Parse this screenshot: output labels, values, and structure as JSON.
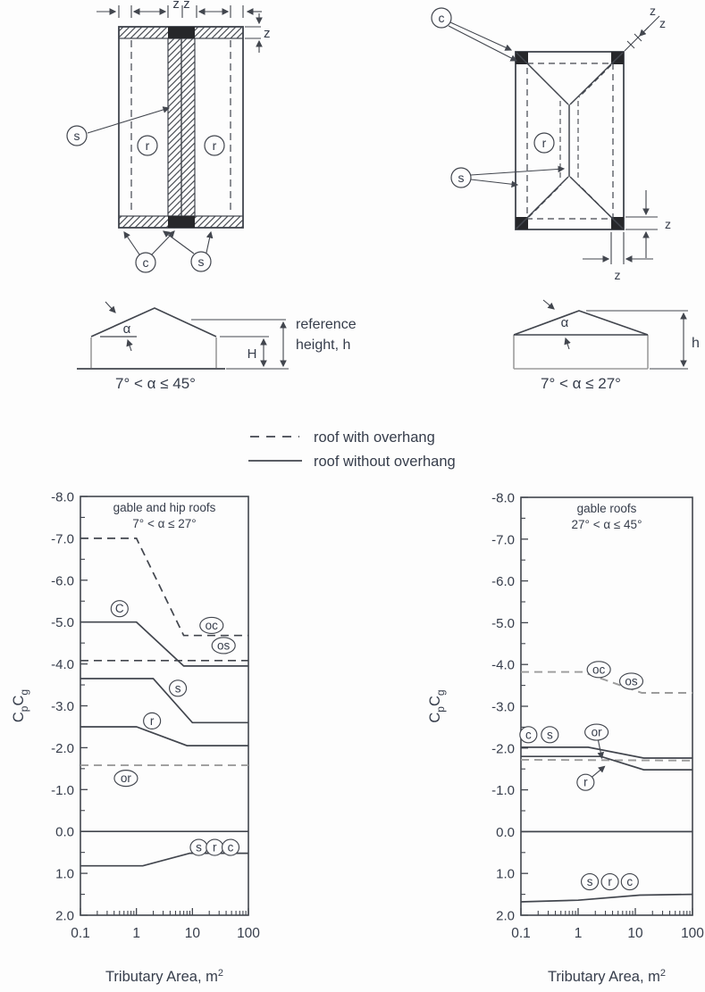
{
  "figure": {
    "plan_gable": {
      "dim_zz": "z z",
      "dim_z": "z",
      "ridge_strip_label": "s",
      "surface_label": "r",
      "corner_label": "c",
      "edge_label": "s"
    },
    "plan_hip": {
      "corner_label": "c",
      "surface_label": "r",
      "edge_label": "s",
      "dim_z": "z"
    },
    "elev_gable": {
      "angle_label": "α",
      "eave_height_label": "H",
      "ref_height_line1": "reference",
      "ref_height_line2": "height, h",
      "caption": "7° < α ≤ 45°"
    },
    "elev_hip": {
      "angle_label": "α",
      "height_label": "h",
      "caption": "7° < α ≤ 27°"
    }
  },
  "legend": {
    "dashed_label": "roof with overhang",
    "solid_label": "roof without overhang"
  },
  "colors": {
    "ink": "#42464e",
    "gray": "#9c9c9c",
    "text": "#363d4b",
    "fill_black": "#26272a"
  },
  "chart_data": [
    {
      "type": "line",
      "title_lines": [
        "gable and hip roofs",
        "7° < α ≤ 27°"
      ],
      "x_scale": "log",
      "xlim": [
        0.1,
        100
      ],
      "ylim_top": -8.0,
      "ylim_bottom": 2.0,
      "ytick_step": 1.0,
      "yticks": [
        "-8.0",
        "-7.0",
        "-6.0",
        "-5.0",
        "-4.0",
        "-3.0",
        "-2.0",
        "-1.0",
        "0.0",
        "1.0",
        "2.0"
      ],
      "xticks": [
        {
          "v": 0.1,
          "label": "0.1"
        },
        {
          "v": 1,
          "label": "1"
        },
        {
          "v": 10,
          "label": "10"
        },
        {
          "v": 100,
          "label": "100"
        }
      ],
      "xlabel_parts": [
        {
          "t": "Tributary Area, m"
        },
        {
          "t": "2",
          "sup": true
        }
      ],
      "ylabel_parts": [
        {
          "t": "C"
        },
        {
          "t": "p",
          "sub": true
        },
        {
          "t": "C"
        },
        {
          "t": "g",
          "sub": true
        }
      ],
      "series": [
        {
          "name": "oc",
          "style": "dashed",
          "color": "dark",
          "points": [
            [
              0.1,
              -7.0
            ],
            [
              1,
              -7.0
            ],
            [
              7,
              -4.68
            ],
            [
              100,
              -4.68
            ]
          ]
        },
        {
          "name": "os",
          "style": "dashed",
          "color": "dark",
          "points": [
            [
              0.1,
              -4.08
            ],
            [
              100,
              -4.08
            ]
          ]
        },
        {
          "name": "c",
          "style": "solid",
          "color": "dark",
          "points": [
            [
              0.1,
              -5.0
            ],
            [
              1,
              -5.0
            ],
            [
              7,
              -3.95
            ],
            [
              100,
              -3.95
            ]
          ]
        },
        {
          "name": "s",
          "style": "solid",
          "color": "dark",
          "points": [
            [
              0.1,
              -3.65
            ],
            [
              2,
              -3.65
            ],
            [
              10,
              -2.6
            ],
            [
              100,
              -2.6
            ]
          ]
        },
        {
          "name": "r",
          "style": "solid",
          "color": "dark",
          "points": [
            [
              0.1,
              -2.5
            ],
            [
              1,
              -2.5
            ],
            [
              8,
              -2.05
            ],
            [
              100,
              -2.05
            ]
          ]
        },
        {
          "name": "or",
          "style": "dashed",
          "color": "gray",
          "points": [
            [
              0.1,
              -1.58
            ],
            [
              100,
              -1.58
            ]
          ]
        },
        {
          "name": "zero",
          "style": "solid",
          "color": "dark",
          "points": [
            [
              0.1,
              0.0
            ],
            [
              100,
              0.0
            ]
          ]
        },
        {
          "name": "src",
          "style": "solid",
          "color": "dark",
          "points": [
            [
              0.1,
              0.82
            ],
            [
              1.3,
              0.82
            ],
            [
              9,
              0.52
            ],
            [
              100,
              0.52
            ]
          ]
        }
      ],
      "labels": [
        {
          "text": "C",
          "x": 0.5,
          "y": -5.32,
          "circled": true
        },
        {
          "text": "oc",
          "x": 22,
          "y": -4.92,
          "circled": true
        },
        {
          "text": "os",
          "x": 36,
          "y": -4.44,
          "circled": true
        },
        {
          "text": "s",
          "x": 5.5,
          "y": -3.42,
          "circled": true
        },
        {
          "text": "r",
          "x": 1.9,
          "y": -2.64,
          "circled": true
        },
        {
          "text": "or",
          "x": 0.65,
          "y": -1.27,
          "circled": true
        },
        {
          "text": "s",
          "x": 13,
          "y": 0.38,
          "circled": true
        },
        {
          "text": "r",
          "x": 25,
          "y": 0.38,
          "circled": true
        },
        {
          "text": "c",
          "x": 48,
          "y": 0.38,
          "circled": true
        }
      ]
    },
    {
      "type": "line",
      "title_lines": [
        "gable roofs",
        "27° < α ≤ 45°"
      ],
      "x_scale": "log",
      "xlim": [
        0.1,
        100
      ],
      "ylim_top": -8.0,
      "ylim_bottom": 2.0,
      "ytick_step": 1.0,
      "yticks": [
        "-8.0",
        "-7.0",
        "-6.0",
        "-5.0",
        "-4.0",
        "-3.0",
        "-2.0",
        "-1.0",
        "0.0",
        "1.0",
        "2.0"
      ],
      "xticks": [
        {
          "v": 0.1,
          "label": "0.1"
        },
        {
          "v": 1,
          "label": "1"
        },
        {
          "v": 10,
          "label": "10"
        },
        {
          "v": 100,
          "label": "100"
        }
      ],
      "xlabel_parts": [
        {
          "t": "Tributary Area, m"
        },
        {
          "t": "2",
          "sup": true
        }
      ],
      "ylabel_parts": [
        {
          "t": "C"
        },
        {
          "t": "p",
          "sub": true
        },
        {
          "t": "C"
        },
        {
          "t": "g",
          "sub": true
        }
      ],
      "series": [
        {
          "name": "ocos",
          "style": "dashed",
          "color": "gray",
          "points": [
            [
              0.1,
              -3.82
            ],
            [
              1.2,
              -3.82
            ],
            [
              13,
              -3.32
            ],
            [
              100,
              -3.32
            ]
          ]
        },
        {
          "name": "cs",
          "style": "solid",
          "color": "dark",
          "points": [
            [
              0.1,
              -2.02
            ],
            [
              1.5,
              -2.02
            ],
            [
              14,
              -1.76
            ],
            [
              100,
              -1.76
            ]
          ]
        },
        {
          "name": "or",
          "style": "dashed",
          "color": "gray",
          "points": [
            [
              0.1,
              -1.72
            ],
            [
              100,
              -1.7
            ]
          ]
        },
        {
          "name": "r",
          "style": "solid",
          "color": "dark",
          "points": [
            [
              0.1,
              -1.8
            ],
            [
              2.5,
              -1.8
            ],
            [
              14,
              -1.48
            ],
            [
              100,
              -1.48
            ]
          ]
        },
        {
          "name": "zero",
          "style": "solid",
          "color": "dark",
          "points": [
            [
              0.1,
              0.0
            ],
            [
              100,
              0.0
            ]
          ]
        },
        {
          "name": "src",
          "style": "solid",
          "color": "dark",
          "points": [
            [
              0.1,
              1.68
            ],
            [
              1,
              1.64
            ],
            [
              12,
              1.52
            ],
            [
              100,
              1.5
            ]
          ]
        }
      ],
      "labels": [
        {
          "text": "oc",
          "x": 2.3,
          "y": -3.88,
          "circled": true
        },
        {
          "text": "os",
          "x": 8.5,
          "y": -3.6,
          "circled": true
        },
        {
          "text": "c",
          "x": 0.135,
          "y": -2.32,
          "circled": true
        },
        {
          "text": "s",
          "x": 0.32,
          "y": -2.32,
          "circled": true
        },
        {
          "text": "or",
          "x": 2.1,
          "y": -2.38,
          "circled": true,
          "arrow_to": [
            2.6,
            -1.76
          ]
        },
        {
          "text": "r",
          "x": 1.35,
          "y": -1.18,
          "circled": true,
          "arrow_to": [
            2.9,
            -1.56
          ]
        },
        {
          "text": "s",
          "x": 1.6,
          "y": 1.2,
          "circled": true
        },
        {
          "text": "r",
          "x": 3.6,
          "y": 1.2,
          "circled": true
        },
        {
          "text": "c",
          "x": 8,
          "y": 1.2,
          "circled": true
        }
      ]
    }
  ]
}
